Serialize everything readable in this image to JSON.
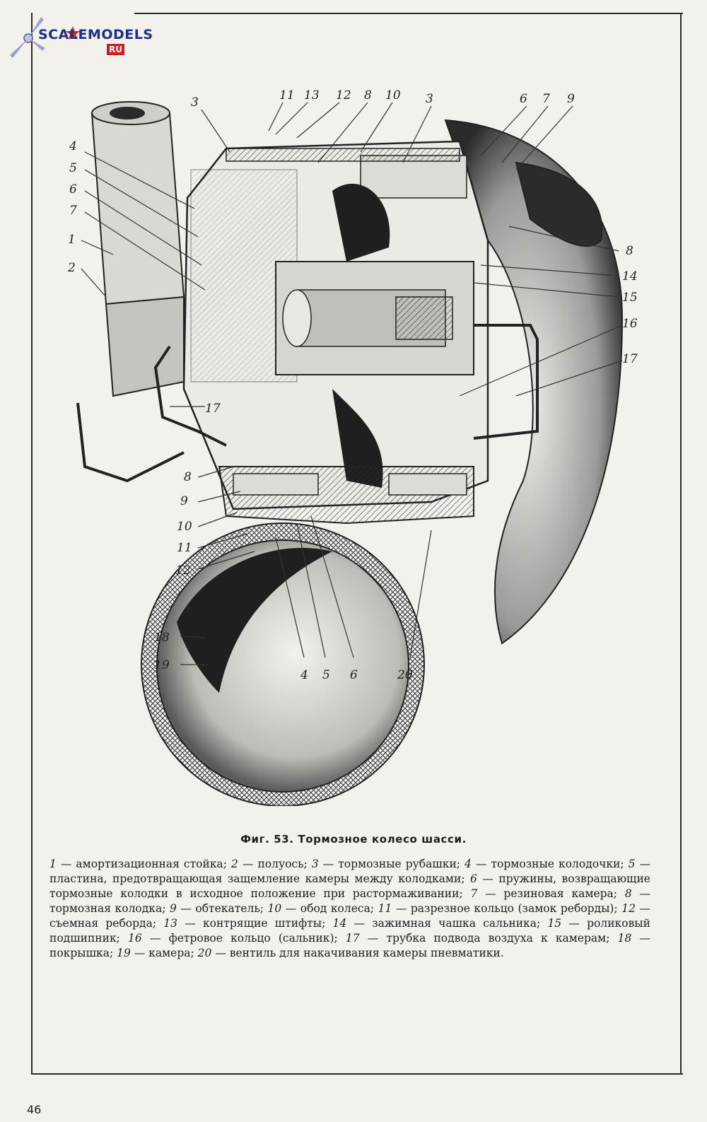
{
  "logo": {
    "text": "SCALEMODELS",
    "ru": "RU"
  },
  "figure": {
    "caption": "Фиг. 53. Тормозное колесо шасси.",
    "labels": {
      "l3a": "3",
      "l11": "11",
      "l13": "13",
      "l12a": "12",
      "l8a": "8",
      "l10a": "10",
      "l3b": "3",
      "l6a": "6",
      "l7a": "7",
      "l9a": "9",
      "l4": "4",
      "l5": "5",
      "l6b": "6",
      "l7b": "7",
      "l1": "1",
      "l2": "2",
      "l8r": "8",
      "l14": "14",
      "l15": "15",
      "l16": "16",
      "l17r": "17",
      "l17l": "17",
      "l8b": "8",
      "l9b": "9",
      "l10b": "10",
      "l11b": "11",
      "l12b": "12",
      "l18": "18",
      "l19": "19",
      "l4b": "4",
      "l5b": "5",
      "l6c": "6",
      "l20": "20"
    }
  },
  "legend": [
    {
      "n": "1",
      "t": " — амортизационная стойка; "
    },
    {
      "n": "2",
      "t": " — полуось; "
    },
    {
      "n": "3",
      "t": " — тормозные рубашки; "
    },
    {
      "n": "4",
      "t": " — тормозные колодочки; "
    },
    {
      "n": "5",
      "t": " — пластина, предотвращающая защемление камеры между колодками; "
    },
    {
      "n": "6",
      "t": " — пружины, возвращающие тормозные колодки в исходное положение при растормаживании; "
    },
    {
      "n": "7",
      "t": " — резиновая камера; "
    },
    {
      "n": "8",
      "t": " — тормозная колодка; "
    },
    {
      "n": "9",
      "t": " — обтекатель; "
    },
    {
      "n": "10",
      "t": " — обод колеса; "
    },
    {
      "n": "11",
      "t": " — разрезное кольцо (замок реборды); "
    },
    {
      "n": "12",
      "t": " — съемная реборда; "
    },
    {
      "n": "13",
      "t": " — контрящие штифты; "
    },
    {
      "n": "14",
      "t": " — зажимная чашка сальника; "
    },
    {
      "n": "15",
      "t": " — роликовый подшипник; "
    },
    {
      "n": "16",
      "t": " — фетровое кольцо (сальник); "
    },
    {
      "n": "17",
      "t": " — трубка подвода воздуха к камерам; "
    },
    {
      "n": "18",
      "t": " — покрышка; "
    },
    {
      "n": "19",
      "t": " — камера; "
    },
    {
      "n": "20",
      "t": " — вентиль для накачивания камеры пневматики."
    }
  ],
  "page_number": "46"
}
